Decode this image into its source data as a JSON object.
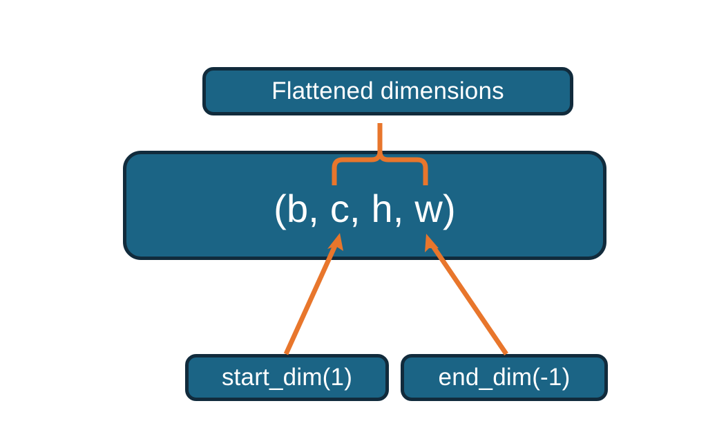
{
  "diagram": {
    "title_node": {
      "label": "Flattened dimensions"
    },
    "shape_node": {
      "label": "(b, c, h, w)"
    },
    "param_nodes": [
      {
        "label": "start_dim(1)"
      },
      {
        "label": "end_dim(-1)"
      }
    ],
    "connectors": [
      {
        "name": "brace-flattened-span",
        "kind": "curly-brace",
        "from": "shape_node.c_to_w_span",
        "to": "title_node"
      },
      {
        "name": "arrow-start-dim",
        "kind": "arrow",
        "from": "start_dim(1)",
        "to": "shape_node.c"
      },
      {
        "name": "arrow-end-dim",
        "kind": "arrow",
        "from": "end_dim(-1)",
        "to": "shape_node.w"
      }
    ],
    "colors": {
      "node_fill": "#1b6485",
      "node_border": "#112b3c",
      "node_text": "#ffffff",
      "connector": "#e8762c",
      "background": "#ffffff"
    }
  }
}
